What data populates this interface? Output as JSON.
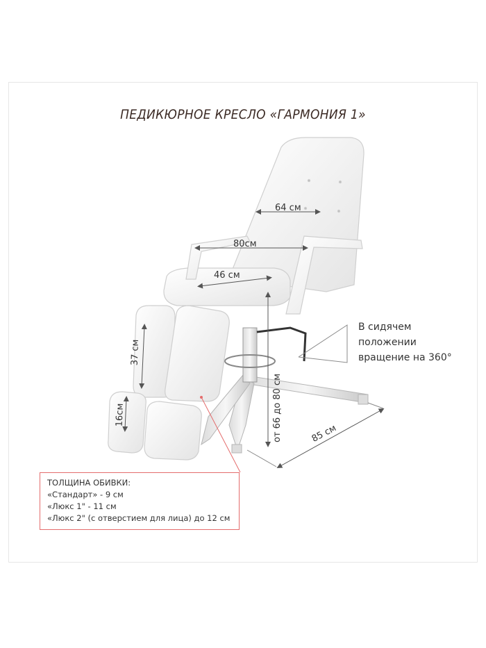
{
  "title": "ПЕДИКЮРНОЕ КРЕСЛО «ГАРМОНИЯ 1»",
  "dimensions": {
    "backrest_width": "64 см",
    "armrest_width": "80см",
    "seat_width": "46 см",
    "leg_section": "37 см",
    "foot_section": "16см",
    "height_range": "от 66 до 80 см",
    "base_width": "85 см"
  },
  "rotation_note": {
    "lines": [
      "В сидячем",
      "положении",
      "вращение на 360°"
    ]
  },
  "upholstery_note": {
    "heading": "ТОЛЩИНА ОБИВКИ:",
    "lines": [
      "«Стандарт» - 9 см",
      "«Люкс 1\" - 11 см",
      "«Люкс 2\" (с отверстием для лица) до 12 см"
    ]
  },
  "colors": {
    "title": "#3b2a24",
    "upholstery": "#f4f4f4",
    "note_border": "#e46c6c",
    "dimension_line": "#666666"
  }
}
